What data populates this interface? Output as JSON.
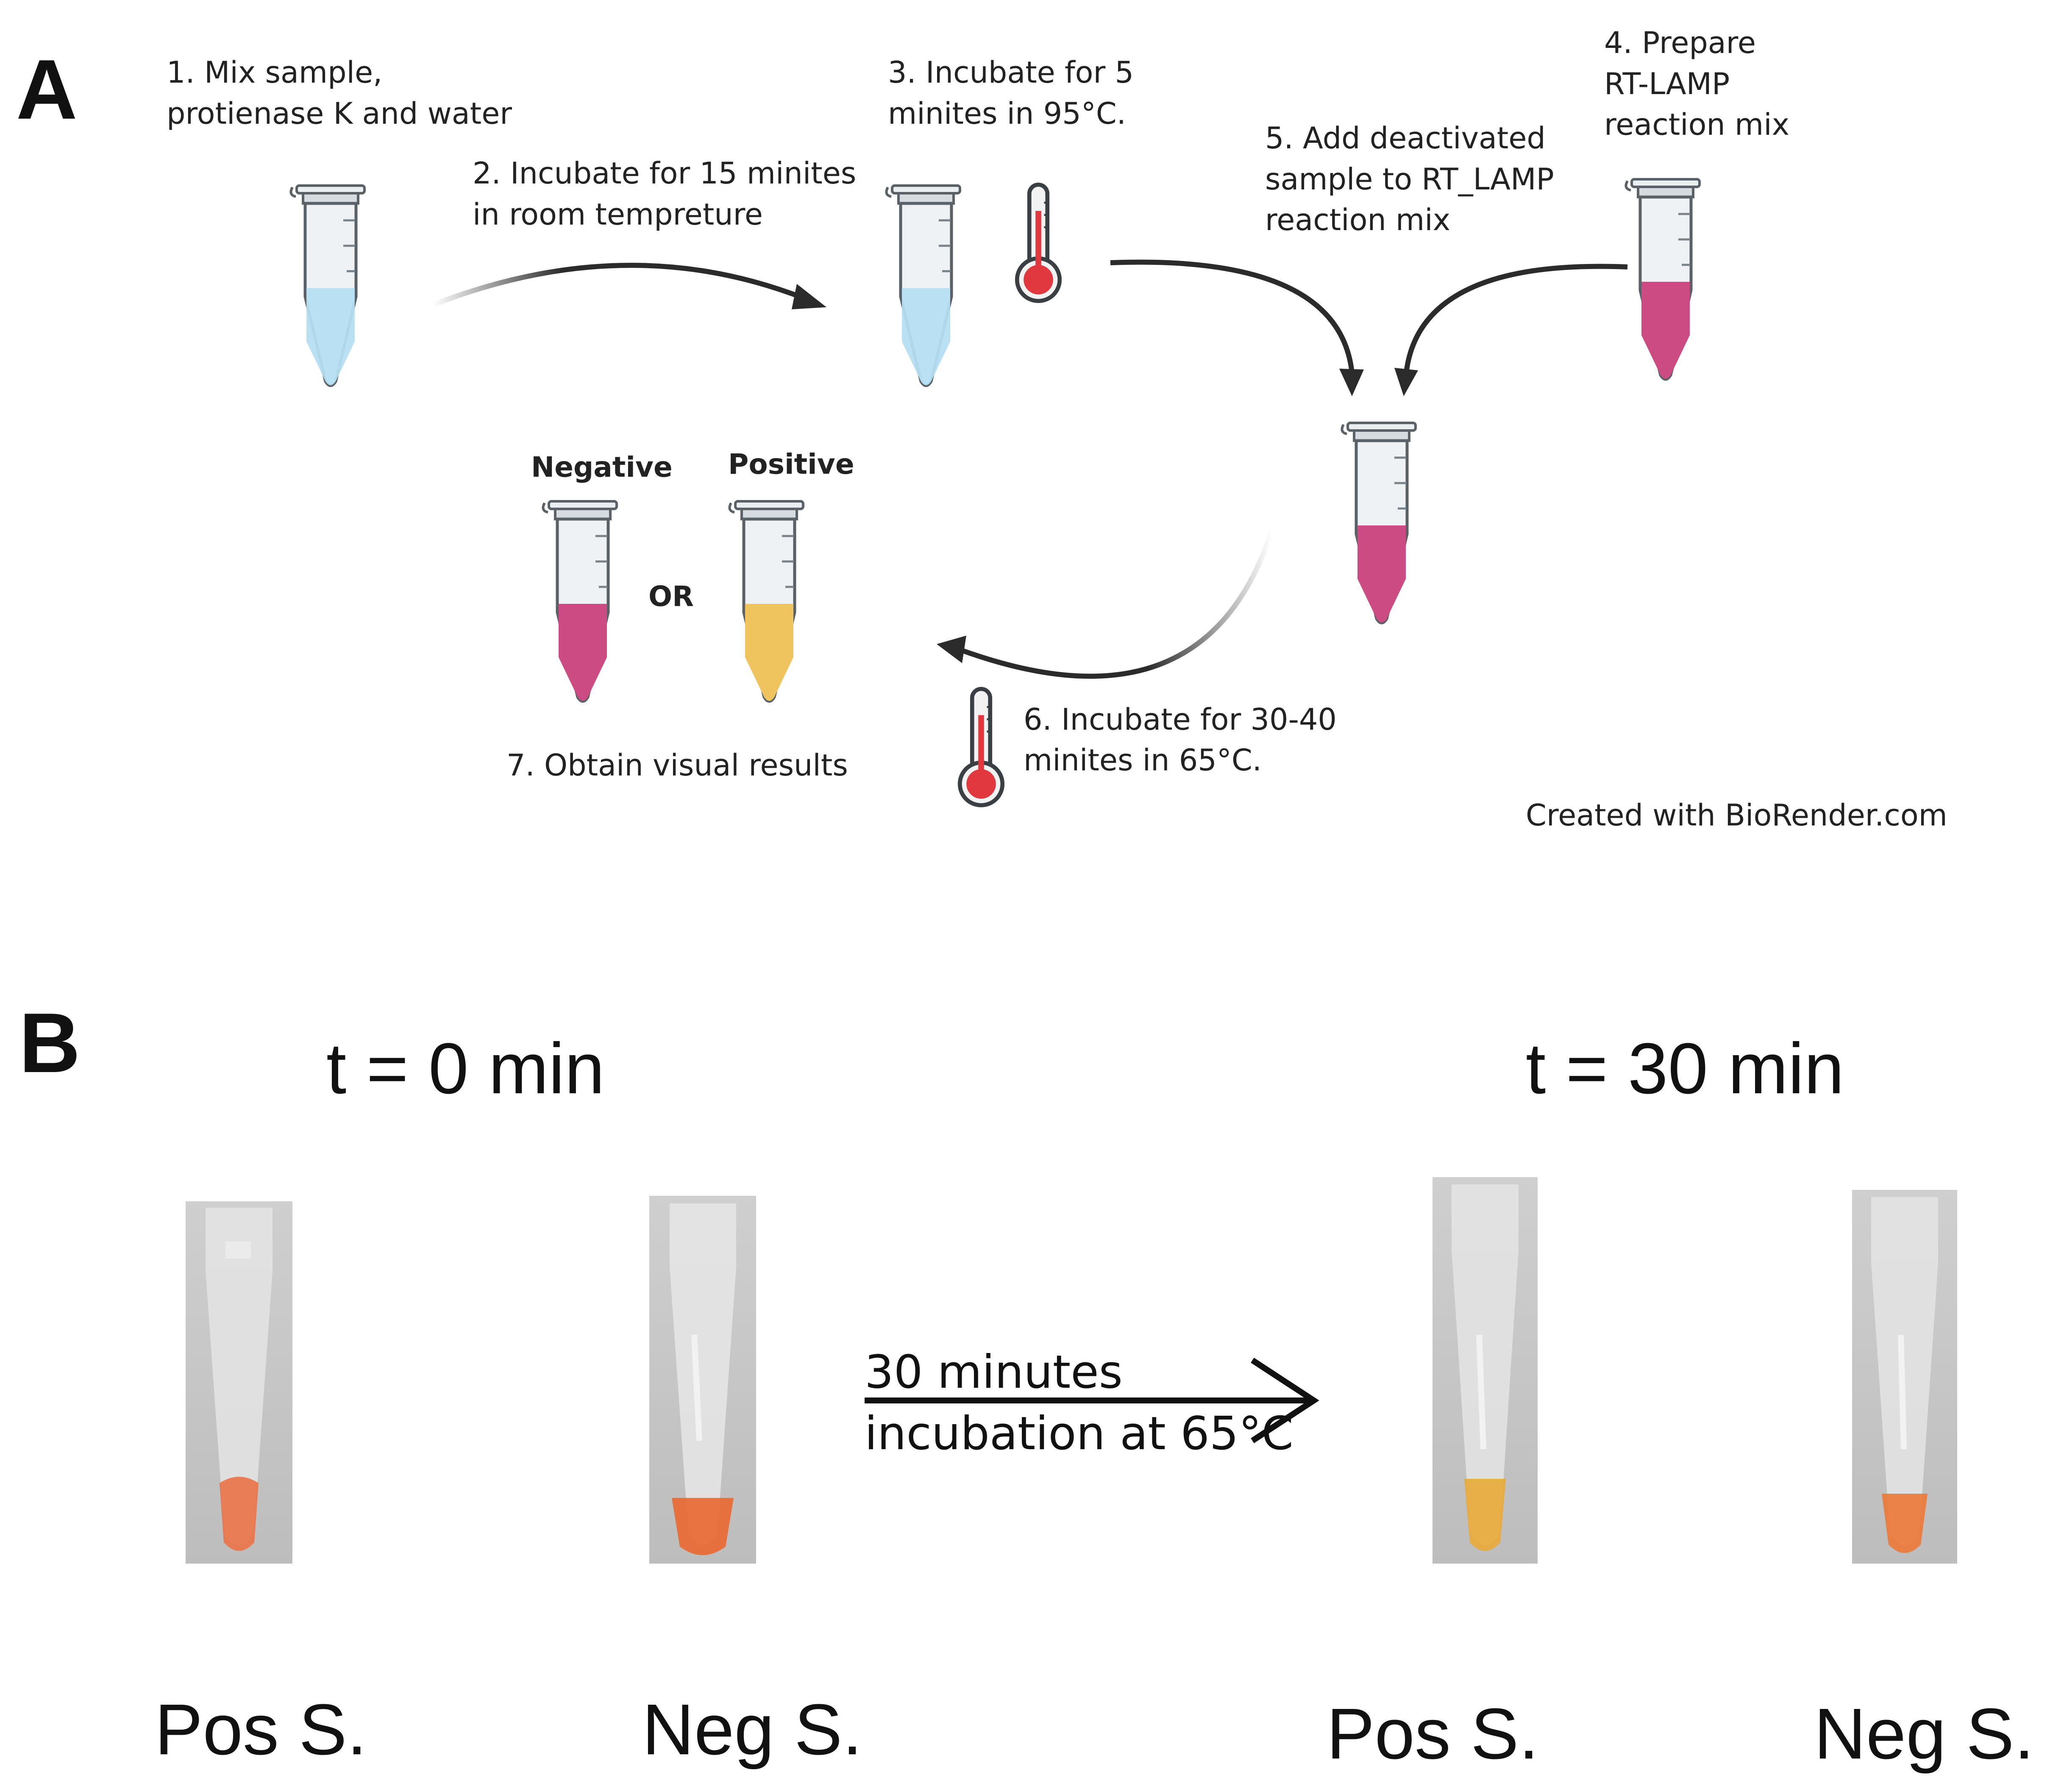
{
  "panel_a": {
    "letter": "A",
    "step1": [
      "1. Mix sample,",
      "protienase K and water"
    ],
    "step2": [
      "2. Incubate for 15 minites",
      "in room tempreture"
    ],
    "step3": [
      "3. Incubate for 5",
      "minites in  95°C."
    ],
    "step4": [
      "4. Prepare",
      "RT-LAMP",
      "reaction mix"
    ],
    "step5": [
      "5. Add deactivated",
      "sample to RT_LAMP",
      "reaction mix"
    ],
    "step6": [
      "6. Incubate for 30-40",
      "minites in  65°C."
    ],
    "step7": "7. Obtain visual results",
    "negative_label": "Negative",
    "positive_label": "Positive",
    "or_label": "OR",
    "credit": "Created with BioRender.com"
  },
  "panel_b": {
    "letter": "B",
    "time_start": "t = 0 min",
    "time_end": "t = 30 min",
    "arrow_text": [
      "30 minutes",
      "incubation at 65°C"
    ],
    "tubes": [
      {
        "label": "Pos S.",
        "liquid_color": "#e8744a"
      },
      {
        "label": "Neg S.",
        "liquid_color": "#ea6a33"
      },
      {
        "label": "Pos S.",
        "liquid_color": "#e8a93a"
      },
      {
        "label": "Neg S.",
        "liquid_color": "#ec7a3a"
      }
    ]
  },
  "colors": {
    "clear_liquid": "#b5def2",
    "pink_liquid": "#cc4b82",
    "yellow_liquid": "#efc35e",
    "thermometer_red": "#e0383e"
  },
  "icons": [
    "microtube-icon",
    "thermometer-icon",
    "curved-arrow-icon",
    "photo-tube-icon"
  ]
}
